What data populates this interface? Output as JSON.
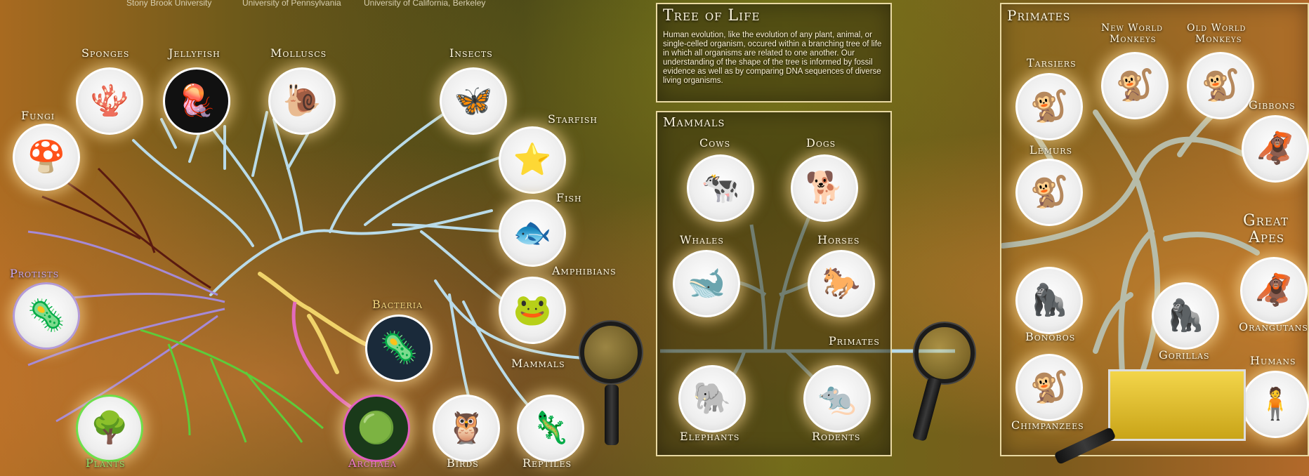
{
  "header": {
    "institutions": [
      "Stony Brook University",
      "University of Pennsylvania",
      "University of California, Berkeley"
    ]
  },
  "tree_of_life": {
    "nodes": [
      {
        "id": "sponges",
        "label": "Sponges",
        "icon": "coral-icon",
        "glyph": "🪸"
      },
      {
        "id": "jellyfish",
        "label": "Jellyfish",
        "icon": "jellyfish-icon",
        "glyph": "🪼"
      },
      {
        "id": "molluscs",
        "label": "Molluscs",
        "icon": "snail-icon",
        "glyph": "🐌"
      },
      {
        "id": "insects",
        "label": "Insects",
        "icon": "butterfly-icon",
        "glyph": "🦋"
      },
      {
        "id": "starfish",
        "label": "Starfish",
        "icon": "starfish-icon",
        "glyph": "⭐"
      },
      {
        "id": "fish",
        "label": "Fish",
        "icon": "fish-icon",
        "glyph": "🐟"
      },
      {
        "id": "amphibians",
        "label": "Amphibians",
        "icon": "frog-icon",
        "glyph": "🐸"
      },
      {
        "id": "mammals",
        "label": "Mammals",
        "icon": "magnifier-icon",
        "glyph": ""
      },
      {
        "id": "fungi",
        "label": "Fungi",
        "icon": "mushroom-icon",
        "glyph": "🍄"
      },
      {
        "id": "protists",
        "label": "Protists",
        "icon": "protist-icon",
        "glyph": "🦠"
      },
      {
        "id": "bacteria",
        "label": "Bacteria",
        "icon": "bacteria-icon",
        "glyph": "🦠"
      },
      {
        "id": "plants",
        "label": "Plants",
        "icon": "tree-icon",
        "glyph": "🌳"
      },
      {
        "id": "archaea",
        "label": "Archaea",
        "icon": "archaea-icon",
        "glyph": "🟢"
      },
      {
        "id": "birds",
        "label": "Birds",
        "icon": "owl-icon",
        "glyph": "🦉"
      },
      {
        "id": "reptiles",
        "label": "Reptiles",
        "icon": "lizard-icon",
        "glyph": "🦎"
      }
    ],
    "info": {
      "title": "Tree of Life",
      "text": "Human evolution, like the evolution of any plant, animal, or single-celled organism, occured within a branching tree of life in which all organisms are related to one another. Our understanding of the shape of the tree is informed by fossil evidence as well as by comparing DNA sequences of diverse living organisms."
    }
  },
  "mammals_panel": {
    "title": "Mammals",
    "nodes": [
      {
        "id": "cows",
        "label": "Cows",
        "icon": "cow-icon",
        "glyph": "🐄"
      },
      {
        "id": "dogs",
        "label": "Dogs",
        "icon": "dog-icon",
        "glyph": "🐕"
      },
      {
        "id": "whales",
        "label": "Whales",
        "icon": "whale-icon",
        "glyph": "🐋"
      },
      {
        "id": "horses",
        "label": "Horses",
        "icon": "horse-icon",
        "glyph": "🐎"
      },
      {
        "id": "elephants",
        "label": "Elephants",
        "icon": "elephant-icon",
        "glyph": "🐘"
      },
      {
        "id": "rodents",
        "label": "Rodents",
        "icon": "rat-icon",
        "glyph": "🐀"
      }
    ],
    "primates_label": "Primates"
  },
  "primates_panel": {
    "title": "Primates",
    "nodes": [
      {
        "id": "tarsiers",
        "label": "Tarsiers",
        "icon": "tarsier-icon",
        "glyph": "🐒"
      },
      {
        "id": "nwm",
        "label1": "New World",
        "label2": "Monkeys",
        "icon": "monkey-icon",
        "glyph": "🐒"
      },
      {
        "id": "owm",
        "label1": "Old World",
        "label2": "Monkeys",
        "icon": "macaque-icon",
        "glyph": "🐒"
      },
      {
        "id": "gibbons",
        "label": "Gibbons",
        "icon": "gibbon-icon",
        "glyph": "🦧"
      },
      {
        "id": "lemurs",
        "label": "Lemurs",
        "icon": "lemur-icon",
        "glyph": "🐒"
      },
      {
        "id": "bonobos",
        "label": "Bonobos",
        "icon": "bonobo-icon",
        "glyph": "🦍"
      },
      {
        "id": "gorillas",
        "label": "Gorillas",
        "icon": "gorilla-icon",
        "glyph": "🦍"
      },
      {
        "id": "orangutans",
        "label": "Orangutans",
        "icon": "orangutan-icon",
        "glyph": "🦧"
      },
      {
        "id": "chimpanzees",
        "label": "Chimpanzees",
        "icon": "chimp-icon",
        "glyph": "🐒"
      },
      {
        "id": "humans",
        "label": "Humans",
        "icon": "human-icon",
        "glyph": "🧍"
      }
    ],
    "great_apes_line1": "Great",
    "great_apes_line2": "Apes"
  },
  "colors": {
    "branch_blue": "#b9dbe9",
    "branch_red": "#5a1a10",
    "branch_purple": "#a68ad6",
    "branch_green": "#5dcc3a",
    "branch_yellow": "#f0d36a",
    "branch_pink": "#e36bbd",
    "primate_branch": "#bfe0ef"
  }
}
